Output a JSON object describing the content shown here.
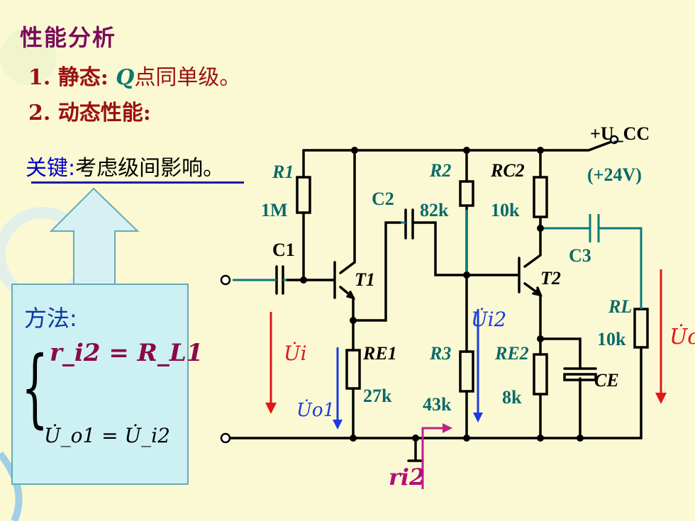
{
  "slide": {
    "title": "性能分析",
    "line1_prefix": "1. 静态:",
    "line1_q": "Q",
    "line1_rest": "点同单级。",
    "line2": "2. 动态性能:",
    "key_label": "关键",
    "key_colon": ":",
    "key_text": "考虑级间影响。",
    "method_label": "方法:",
    "method_eq1": "r_i2 = R_L1",
    "method_eq2": "U̇_o1 = U̇_i2"
  },
  "circuit": {
    "ucc_label": "+U_CC",
    "ucc_value": "(+24V)",
    "r1_label": "R1",
    "r1_value": "1M",
    "r2_label": "R2",
    "r2_value": "82k",
    "rc2_label": "RC2",
    "rc2_value": "10k",
    "c1_label": "C1",
    "c2_label": "C2",
    "c3_label": "C3",
    "t1_label": "T1",
    "t2_label": "T2",
    "re1_label": "RE1",
    "re1_value": "27k",
    "r3_label": "R3",
    "r3_value": "43k",
    "re2_label": "RE2",
    "re2_value": "8k",
    "rl_label": "RL",
    "rl_value": "10k",
    "ce_label": "CE",
    "ui_label": "U̇i",
    "uo1_label": "U̇o1",
    "ui2_label": "U̇i2",
    "uo_label": "U̇o",
    "ri2_label": "ri2"
  },
  "colors": {
    "wire": "#000000",
    "wire_teal": "#0a7a7a",
    "red_arrow": "#e01818",
    "blue_arrow": "#1a3ae0",
    "magenta": "#c0208a"
  }
}
